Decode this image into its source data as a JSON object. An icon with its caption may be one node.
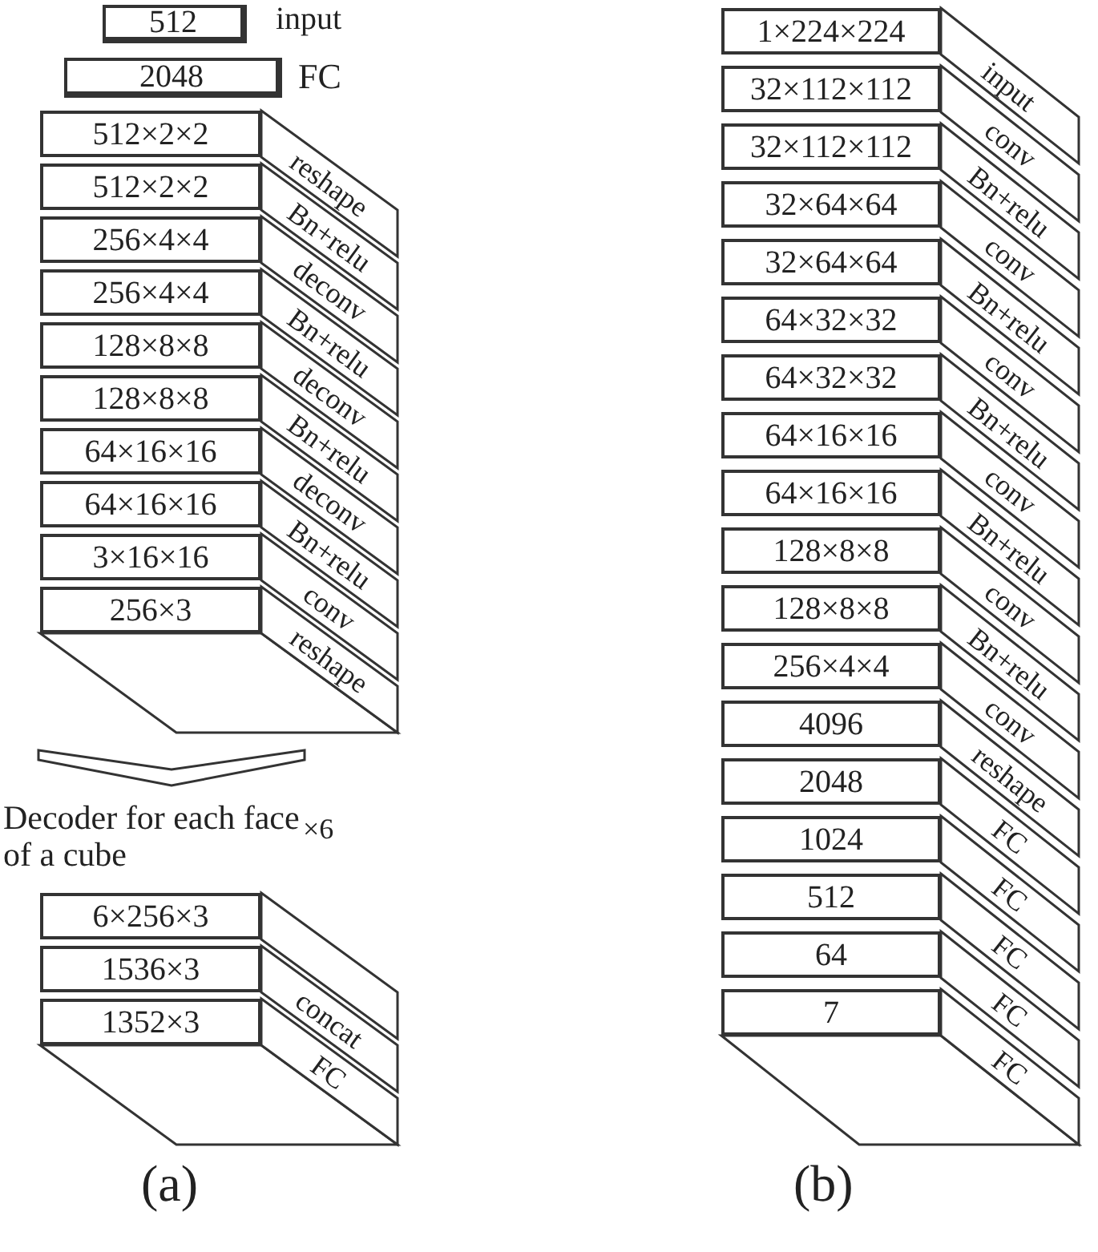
{
  "diagram": {
    "nodes": [
      {
        "text": [
          "512"
        ],
        "beside": [
          "input"
        ]
      },
      {
        "text": [
          "2048"
        ],
        "beside": [
          "FC"
        ]
      },
      {
        "text": [
          "512×2×2"
        ]
      },
      {
        "text": [
          "512×2×2"
        ]
      },
      {
        "text": [
          "256×4×4"
        ]
      },
      {
        "text": [
          "256×4×4"
        ]
      },
      {
        "text": [
          "128×8×8"
        ]
      },
      {
        "text": [
          "128×8×8"
        ]
      },
      {
        "text": [
          "64×16×16"
        ]
      },
      {
        "text": [
          "64×16×16"
        ]
      },
      {
        "text": [
          "3×16×16"
        ]
      },
      {
        "text": [
          "256×3"
        ]
      },
      {
        "text": [
          "6×256×3"
        ]
      },
      {
        "text": [
          "1536×3"
        ]
      },
      {
        "text": [
          "1352×3"
        ]
      },
      {
        "text": [
          "1×224×224"
        ]
      },
      {
        "text": [
          "32×112×112"
        ]
      },
      {
        "text": [
          "32×112×112"
        ]
      },
      {
        "text": [
          "32×64×64"
        ]
      },
      {
        "text": [
          "32×64×64"
        ]
      },
      {
        "text": [
          "64×32×32"
        ]
      },
      {
        "text": [
          "64×32×32"
        ]
      },
      {
        "text": [
          "64×16×16"
        ]
      },
      {
        "text": [
          "64×16×16"
        ]
      },
      {
        "text": [
          "128×8×8"
        ]
      },
      {
        "text": [
          "128×8×8"
        ]
      },
      {
        "text": [
          "256×4×4"
        ]
      },
      {
        "text": [
          "4096"
        ]
      },
      {
        "text": [
          "2048"
        ]
      },
      {
        "text": [
          "1024"
        ]
      },
      {
        "text": [
          "512"
        ]
      },
      {
        "text": [
          "64"
        ]
      },
      {
        "text": [
          "7"
        ]
      }
    ],
    "labels": [
      "reshape",
      "Bn+relu",
      "deconv",
      "Bn+relu",
      "deconv",
      "Bn+relu",
      "deconv",
      "Bn+relu",
      "conv",
      "reshape",
      "Decoder for each face of a cube",
      "×6",
      "concat",
      "FC",
      "(a)",
      "input",
      "conv",
      "Bn+relu",
      "conv",
      "Bn+relu",
      "conv",
      "Bn+relu",
      "conv",
      "Bn+relu",
      "conv",
      "Bn+relu",
      "conv",
      "reshape",
      "FC",
      "FC",
      "FC",
      "FC",
      "FC",
      "(b)"
    ]
  }
}
